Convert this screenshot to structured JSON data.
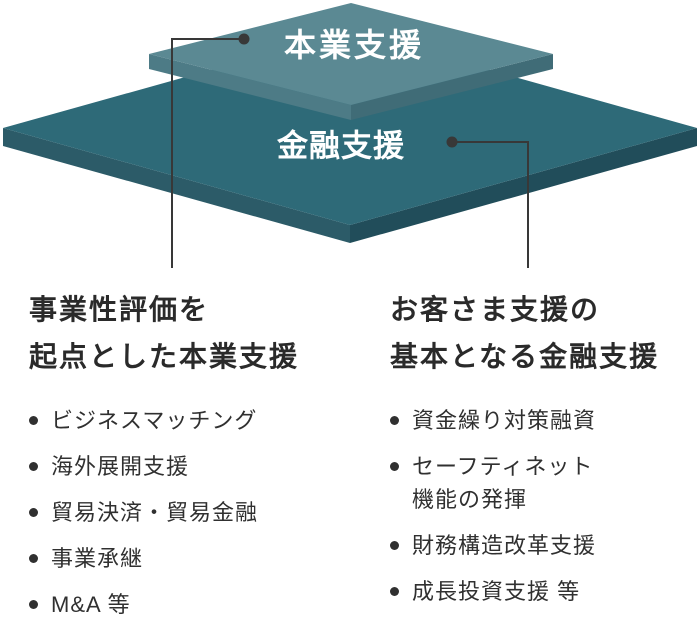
{
  "diagram": {
    "layers": {
      "top": {
        "label": "本業支援"
      },
      "bottom": {
        "label": "金融支援"
      }
    }
  },
  "boxes": {
    "left": {
      "title": {
        "line1": "事業性評価を",
        "line2": "起点とした本業支援"
      },
      "items": [
        "ビジネスマッチング",
        "海外展開支援",
        "貿易決済・貿易金融",
        "事業承継",
        "M&A 等"
      ]
    },
    "right": {
      "title": {
        "line1": "お客さま支援の",
        "line2": "基本となる金融支援"
      },
      "items": [
        "資金繰り対策融資",
        "セーフティネット\n機能の発揮",
        "財務構造改革支援",
        "成長投資支援 等"
      ]
    }
  },
  "colors": {
    "top_layer_face": "#5b8993",
    "top_layer_side_left": "#4d7b86",
    "top_layer_side_right": "#406c77",
    "bottom_layer_face": "#2e6a78",
    "bottom_layer_side_left": "#2c5b68",
    "bottom_layer_side_right": "#214d5a",
    "connector": "#383838",
    "label_text": "#ffffff",
    "body_text": "#303030"
  }
}
